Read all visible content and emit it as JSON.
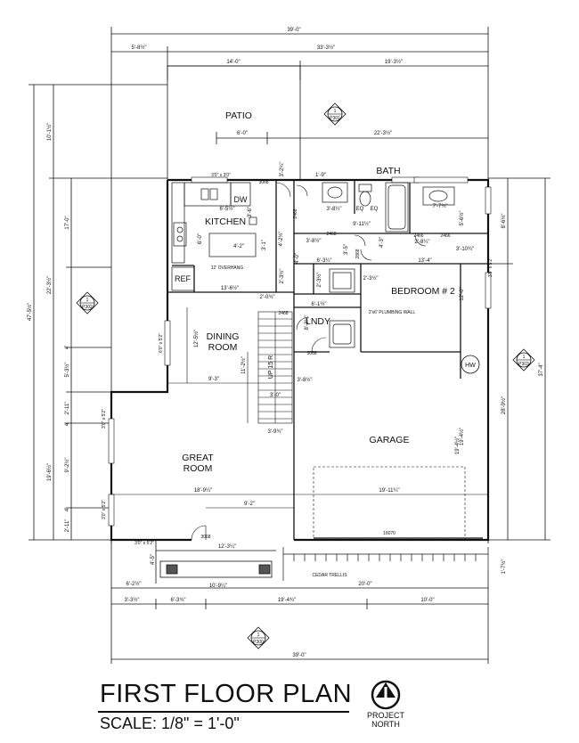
{
  "title": {
    "main": "FIRST FLOOR PLAN",
    "scale": "SCALE: 1/8\" = 1'-0\""
  },
  "north_arrow": {
    "line1": "PROJECT",
    "line2": "NORTH",
    "icon": "north-arrow-icon"
  },
  "rooms": {
    "patio": "PATIO",
    "bath": "BATH",
    "kitchen": "KITCHEN",
    "dw": "DW",
    "ref": "REF",
    "dining_1": "DINING",
    "dining_2": "ROOM",
    "bedroom": "BEDROOM # 2",
    "lndy": "LNDY",
    "great_1": "GREAT",
    "great_2": "ROOM",
    "garage": "GARAGE",
    "hw": "HW",
    "up": "UP 15 R"
  },
  "section_markers": {
    "p301": {
      "num": "1",
      "ref": "P301"
    },
    "p302": {
      "num": "1",
      "ref": "P302"
    },
    "p303": {
      "num": "1",
      "ref": "P303"
    },
    "p300": {
      "num": "1",
      "ref": "P300"
    }
  },
  "dims": {
    "top_total": "39'-0\"",
    "top_left": "5'-8½\"",
    "top_right": "33'-3½\"",
    "patio_left": "14'-0\"",
    "patio_right": "19'-3½\"",
    "left_top": "10'-1½\"",
    "left_mid": "22'-3½\"",
    "left_total": "47'-5½\"",
    "left_17": "17'-0\"",
    "left_5_3": "5'-3½\"",
    "left_2_11a": "2'-11\"",
    "left_9_2": "9'-2½\"",
    "left_19_6": "19'-6½\"",
    "left_2_11b": "2'-11\"",
    "left_4a": "4'",
    "left_4b": "4'",
    "left_4c": "4'",
    "right_8_6": "8'-6½\"",
    "right_12_0": "12'-0\"",
    "right_37_4": "37'-4\"",
    "right_28_9": "28'-9½\"",
    "right_19_4": "19'-4½\"",
    "right_5_6": "5'-6½\"",
    "patio_6_0": "6'-0\"",
    "patio_22_3": "22'-3½\"",
    "win_3030": "3'0\" x 3'0\"",
    "d_3_2": "3'-2¼\"",
    "d_1_9": "1'-9\"",
    "d_3068a": "3068",
    "k_6_5": "6'-5½\"",
    "k_6_0": "6'-0\"",
    "k_3_6": "3'-6\"",
    "k_4_2": "4'-2\"",
    "k_3_1": "3'-1\"",
    "k_12oh": "12' OVERHANG",
    "k_4_2b": "4'-2½\"",
    "k_2468": "2468",
    "b_3_8": "3'-8¼\"",
    "b_eq1": "EQ",
    "b_eq2": "EQ",
    "b_9_11": "9'-11½\"",
    "b_7_7": "7'-7¾\"",
    "b_2466a": "2466",
    "b_2466b": "2466",
    "b_2_8": "2'-8¼\"",
    "b_3_10": "3'-10¾\"",
    "b_3_8b": "3'-8½\"",
    "b_2468b": "2468",
    "b_4_3": "4'-3\"",
    "b_13_4": "13'-4\"",
    "b_3_9": "3'9\" x 5'2\"",
    "h_6_3": "6'-3¼\"",
    "h_2868": "2868",
    "h_3_5": "3'-5\"",
    "h_2_3a": "2'-3½\"",
    "h_2_3b": "2'-3½\"",
    "h_13_6": "13'-6½\"",
    "h_2_0": "2'-0¾\"",
    "h_2_3c": "2'-3½\"",
    "h_4_0": "4'-0\"",
    "l_6_1": "6'-1½\"",
    "l_2468": "2468",
    "l_8_3": "8'-3¼\"",
    "l_plumb": "2'x6' PLUMBING WALL",
    "l_3068": "3068",
    "dr_12_5": "12'-5½\"",
    "dr_11_2": "11'-2½\"",
    "dr_9_3": "9'-3\"",
    "dr_3_8": "3'-8½\"",
    "dr_3_0": "3'-0\"",
    "dr_win": "6'0\" x 5'2\"",
    "st_3_9": "3'-9¾\"",
    "gr_win1": "3'0\" x 5'2\"",
    "gr_win2": "3'0\" x 5'2\"",
    "gr_18_9": "18'-9¼\"",
    "gr_9_2": "9'-2\"",
    "ga_19_11": "19'-11¼\"",
    "ga_16070": "16070",
    "ga_19_4": "19'-4½\"",
    "po_3068": "3068",
    "po_12_3": "12'-3¼\"",
    "po_4_5": "4'-5\"",
    "po_10_9": "10'-9¼\"",
    "po_win": "3'0\" x 5'2\"",
    "trellis": "CEDAR TRELLIS",
    "bot_6_2": "6'-2½\"",
    "bot_20_0": "20'-0\"",
    "bot_1_7": "1'-7½\"",
    "bot_3_3": "3'-3½\"",
    "bot_6_3": "6'-3¾\"",
    "bot_19_4": "19'-4¾\"",
    "bot_10_0": "10'-0\"",
    "bot_total": "39'-0\""
  }
}
